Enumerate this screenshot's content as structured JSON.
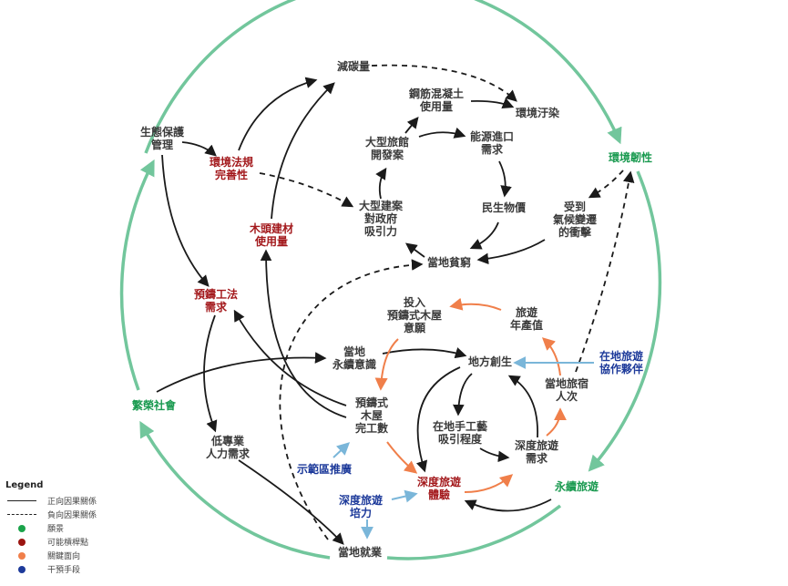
{
  "legend": {
    "title": "Legend",
    "items": [
      {
        "label": "正向因果關係",
        "symbol": "solid-line"
      },
      {
        "label": "負向因果關係",
        "symbol": "dashed-line"
      },
      {
        "label": "願景",
        "symbol": "dot",
        "color": "#1aa34a"
      },
      {
        "label": "可能槓桿點",
        "symbol": "dot",
        "color": "#9b1410"
      },
      {
        "label": "關鍵面向",
        "symbol": "dot",
        "color": "#f07f4a"
      },
      {
        "label": "干預手段",
        "symbol": "dot",
        "color": "#1d3a9a"
      }
    ]
  },
  "colors": {
    "black": "#1a1a1a",
    "orange": "#f07f4a",
    "blue": "#7ab6d9",
    "green": "#72c69c"
  },
  "nodes": {
    "carbon_reduction": "減碳量",
    "rc_usage": "鋼筋混凝土\n使用量",
    "pollution": "環境汙染",
    "eco_protection": "生態保護\n管理",
    "env_law": "環境法規\n完善性",
    "hotel_dev": "大型旅館\n開發案",
    "energy_import": "能源進口\n需求",
    "env_resilience": "環境韌性",
    "living_price": "民生物價",
    "climate_impact": "受到\n氣候變遷\n的衝擊",
    "wood_usage": "木頭建材\n使用量",
    "large_project": "大型建案\n對政府\n吸引力",
    "local_poverty": "當地貧窮",
    "prefab_demand": "預鑄工法\n需求",
    "prefab_willing": "投入\n預鑄式木屋\n意願",
    "tourism_value": "旅遊\n年產值",
    "local_awareness": "當地\n永續意識",
    "regional_revital": "地方創生",
    "tour_partners": "在地旅遊\n協作夥伴",
    "lodging_count": "當地旅宿\n人次",
    "prosperous_society": "繁榮社會",
    "prefab_completed": "預鑄式\n木屋\n完工數",
    "craft_attraction": "在地手工藝\n吸引程度",
    "low_skill_demand": "低專業\n人力需求",
    "deep_tour_demand": "深度旅遊\n需求",
    "demo_promotion": "示範區推廣",
    "deep_tour_experience": "深度旅遊\n體驗",
    "sustainable_tourism": "永續旅遊",
    "deep_tour_training": "深度旅遊\n培力",
    "local_employment": "當地就業"
  }
}
